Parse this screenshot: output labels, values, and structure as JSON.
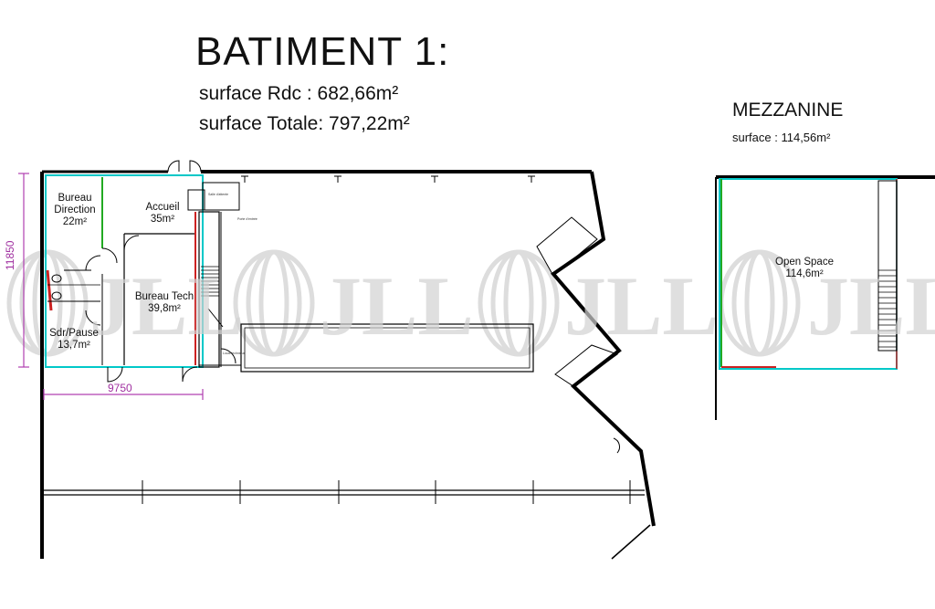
{
  "header": {
    "title": "BATIMENT 1:",
    "surface_rdc": "surface Rdc : 682,66m²",
    "surface_totale": "surface Totale: 797,22m²"
  },
  "mezzanine": {
    "title": "MEZZANINE",
    "surface": "surface : 114,56m²",
    "room_name": "Open Space",
    "room_area": "114,6m²"
  },
  "rooms": {
    "bureau_direction": {
      "name1": "Bureau",
      "name2": "Direction",
      "area": "22m²"
    },
    "accueil": {
      "name": "Accueil",
      "area": "35m²"
    },
    "bureau_tech": {
      "name": "Bureau Tech",
      "area": "39,8m²"
    },
    "sdr_pause": {
      "name": "Sdr/Pause",
      "area": "13,7m²"
    }
  },
  "small_labels": {
    "label_a": "Salle d'attente",
    "label_b": "Porte d'entrée",
    "label_c": "Local technique"
  },
  "dimensions": {
    "width": "9750",
    "height": "11850"
  },
  "watermark": {
    "text": "JLL",
    "color": "#c8c8c8"
  },
  "colors": {
    "wall": "#000000",
    "cyan": "#00c8c8",
    "green": "#22aa22",
    "red": "#cc2222",
    "dimension": "#b040b0"
  }
}
